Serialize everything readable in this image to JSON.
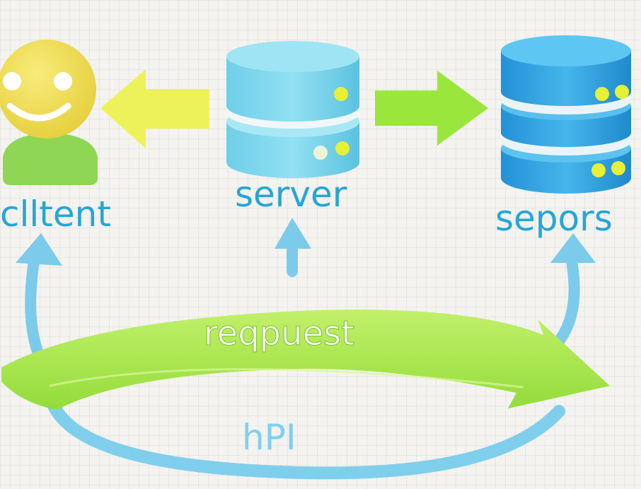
{
  "nodes": {
    "client": {
      "label": "clltent"
    },
    "server": {
      "label": "server"
    },
    "third": {
      "label": "sepors"
    }
  },
  "flow": {
    "request_label": "reqpuest",
    "bottom_label": "hPI"
  },
  "colors": {
    "background": "#f4f3ef",
    "label_blue": "#25a6d6",
    "yellow_arrow": "#eef25a",
    "green_arrow": "#9ae63c",
    "request_band": "#a8e84c",
    "light_blue": "#6cc6ea",
    "server_cyan": "#7fd8ec",
    "db_blue": "#2fa3e2",
    "face_yellow": "#f0df53",
    "body_green": "#8fd655",
    "led_yellow": "#e6f034"
  }
}
